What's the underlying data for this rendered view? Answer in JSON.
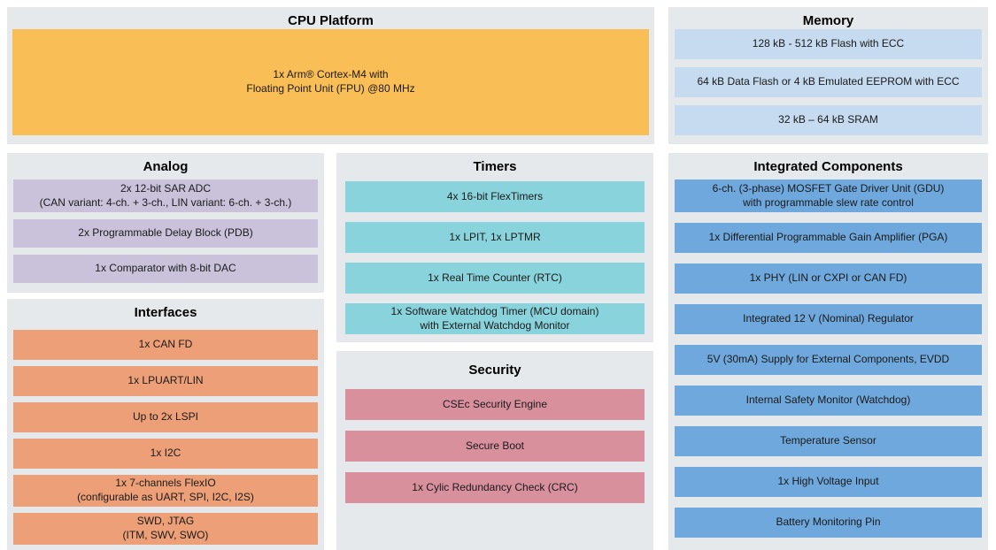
{
  "colors": {
    "page_background": "#ffffff",
    "panel_background": "#e5e9eb",
    "title_text": "#000000",
    "block_text": "#1a1a1a",
    "cpu_block": "#f9be56",
    "memory_block": "#c6dbf0",
    "analog_block": "#cac2db",
    "timers_block": "#89d3dc",
    "interfaces_block": "#eda077",
    "security_block": "#d9909d",
    "integrated_block": "#6fa8dc"
  },
  "diagram": {
    "cpu_platform": {
      "title": "CPU Platform",
      "blocks": [
        "1x Arm® Cortex-M4 with\nFloating Point Unit (FPU) @80 MHz"
      ]
    },
    "memory": {
      "title": "Memory",
      "blocks": [
        "128 kB - 512 kB Flash with ECC",
        "64 kB Data Flash or 4 kB Emulated EEPROM with ECC",
        "32 kB – 64 kB SRAM"
      ]
    },
    "analog": {
      "title": "Analog",
      "blocks": [
        "2x 12-bit SAR ADC\n(CAN variant: 4-ch. + 3-ch., LIN variant: 6-ch. + 3-ch.)",
        "2x Programmable Delay Block (PDB)",
        "1x Comparator with 8-bit DAC"
      ]
    },
    "timers": {
      "title": "Timers",
      "blocks": [
        "4x 16-bit FlexTimers",
        "1x LPIT, 1x LPTMR",
        "1x Real Time Counter (RTC)",
        "1x Software Watchdog Timer (MCU domain)\nwith External Watchdog Monitor"
      ]
    },
    "interfaces": {
      "title": "Interfaces",
      "blocks": [
        "1x CAN FD",
        "1x LPUART/LIN",
        "Up to 2x LSPI",
        "1x I2C",
        "1x 7-channels FlexIO\n(configurable as UART, SPI, I2C, I2S)",
        "SWD, JTAG\n(ITM, SWV, SWO)"
      ]
    },
    "security": {
      "title": "Security",
      "blocks": [
        "CSEc Security Engine",
        "Secure Boot",
        "1x Cylic Redundancy Check (CRC)"
      ]
    },
    "integrated_components": {
      "title": "Integrated Components",
      "blocks": [
        "6-ch. (3-phase) MOSFET Gate Driver Unit (GDU)\nwith programmable slew rate control",
        "1x Differential Programmable Gain Amplifier (PGA)",
        "1x PHY (LIN or CXPI or CAN FD)",
        "Integrated 12 V (Nominal) Regulator",
        "5V (30mA) Supply for External Components, EVDD",
        "Internal Safety Monitor (Watchdog)",
        "Temperature Sensor",
        "1x High Voltage Input",
        "Battery Monitoring Pin"
      ]
    }
  }
}
